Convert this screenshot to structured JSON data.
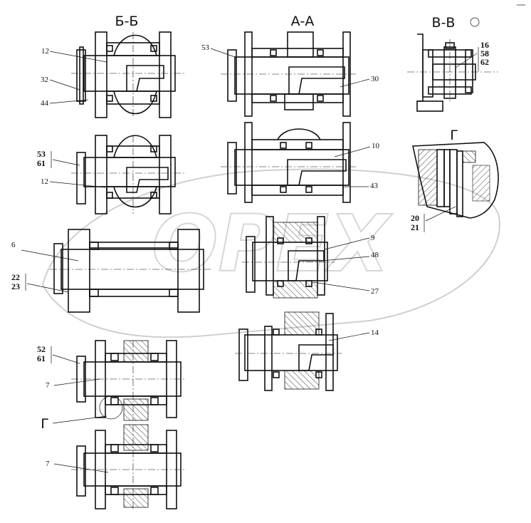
{
  "sections": {
    "bb": "Б-Б",
    "aa": "А-А",
    "vv": "В-В",
    "g": "Г",
    "g_ref": "Г"
  },
  "callouts": {
    "n12a": "12",
    "n32": "32",
    "n44": "44",
    "n53a": "53",
    "n30": "30",
    "n16": "16",
    "n58": "58",
    "n62": "62",
    "n53b": "53",
    "n61a": "61",
    "n12b": "12",
    "n10": "10",
    "n43": "43",
    "n20": "20",
    "n21": "21",
    "n6": "6",
    "n22": "22",
    "n23": "23",
    "n9": "9",
    "n48": "48",
    "n27": "27",
    "n14": "14",
    "n52": "52",
    "n61b": "61",
    "n7a": "7",
    "n7b": "7"
  },
  "watermark": {
    "brand": "OPEX"
  }
}
